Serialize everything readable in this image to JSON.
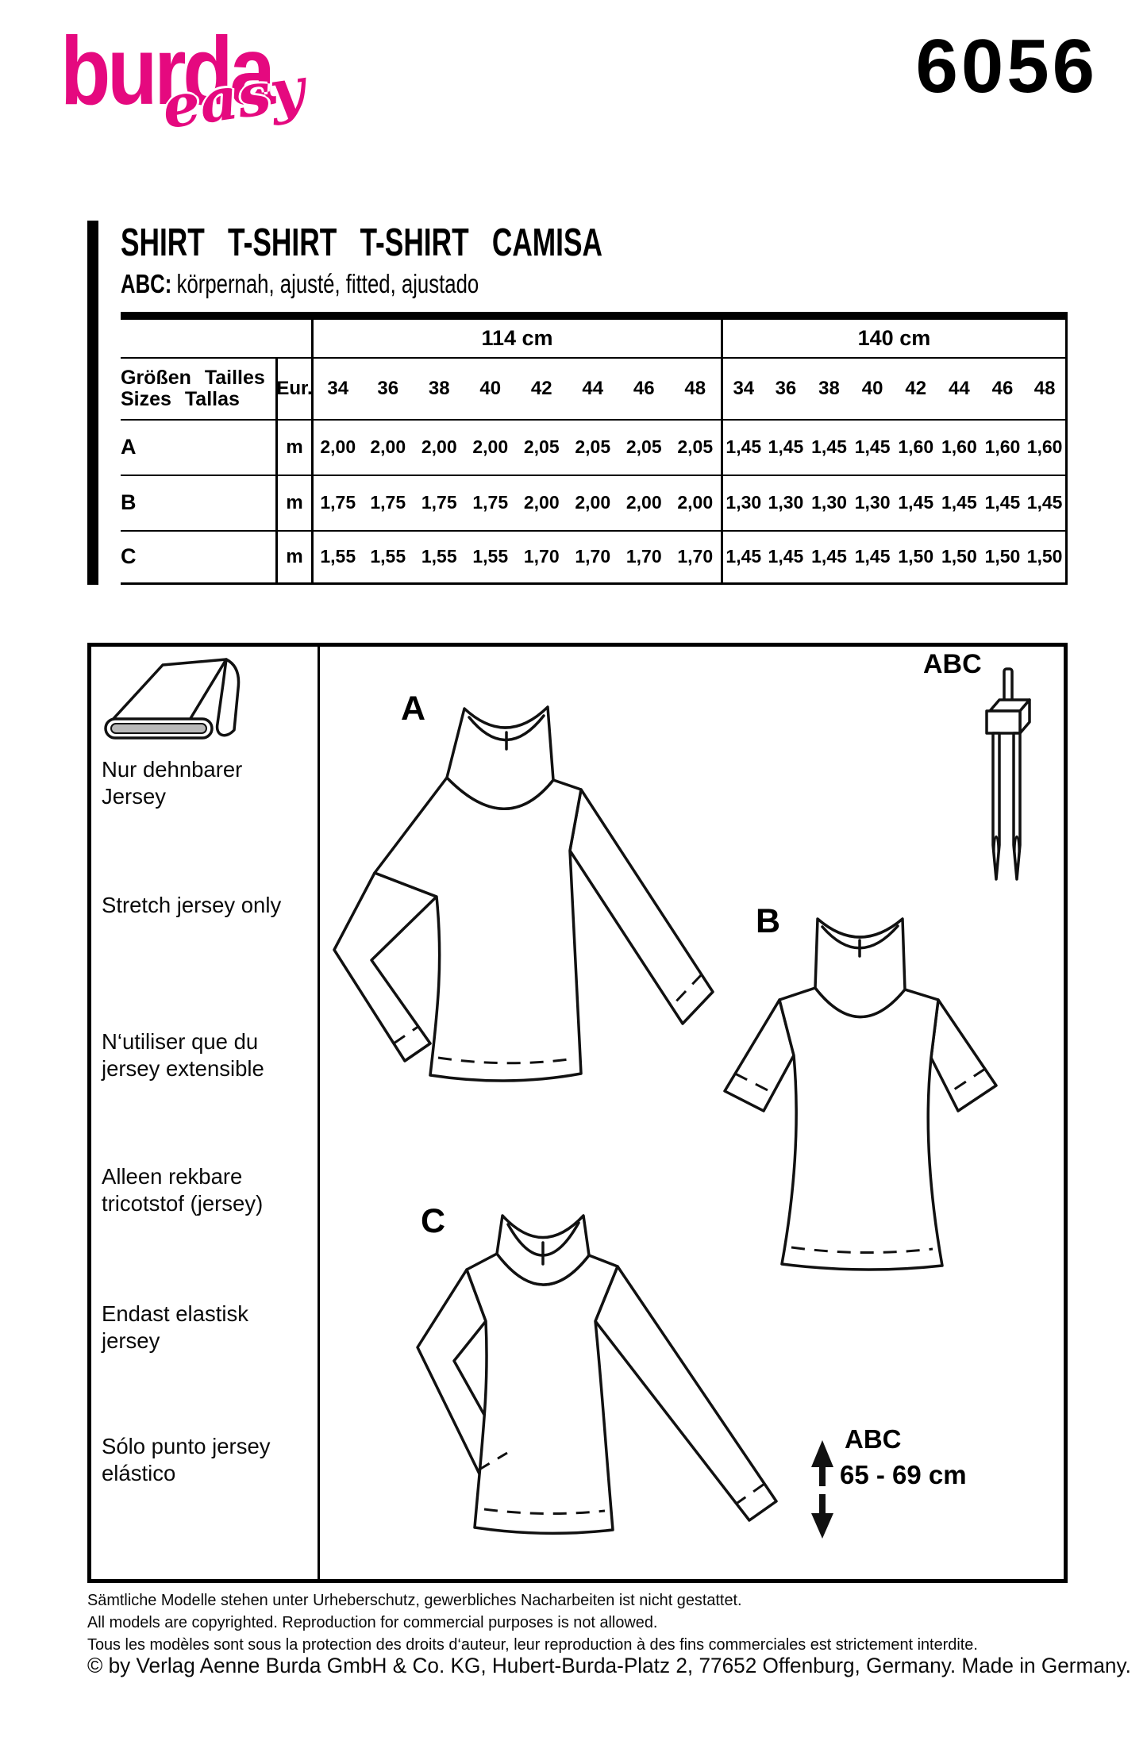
{
  "brand": {
    "logo_main": "burda",
    "logo_sub": "easy",
    "pattern_number": "6056",
    "accent_color": "#e5097f"
  },
  "title": {
    "heading": "SHIRT T-SHIRT T-SHIRT CAMISA",
    "subheading_prefix": "ABC:",
    "subheading": "körpernah, ajusté, fitted, ajustado"
  },
  "fabric_table": {
    "width_headers": [
      "114 cm",
      "140 cm"
    ],
    "row_header_line1": "Größen Tailles",
    "row_header_line2": "Sizes Tallas",
    "unit_header": "Eur.",
    "sizes": [
      "34",
      "36",
      "38",
      "40",
      "42",
      "44",
      "46",
      "48"
    ],
    "rows": [
      {
        "label": "A",
        "unit": "m",
        "values_114": [
          "2,00",
          "2,00",
          "2,00",
          "2,00",
          "2,05",
          "2,05",
          "2,05",
          "2,05"
        ],
        "values_140": [
          "1,45",
          "1,45",
          "1,45",
          "1,45",
          "1,60",
          "1,60",
          "1,60",
          "1,60"
        ]
      },
      {
        "label": "B",
        "unit": "m",
        "values_114": [
          "1,75",
          "1,75",
          "1,75",
          "1,75",
          "2,00",
          "2,00",
          "2,00",
          "2,00"
        ],
        "values_140": [
          "1,30",
          "1,30",
          "1,30",
          "1,30",
          "1,45",
          "1,45",
          "1,45",
          "1,45"
        ]
      },
      {
        "label": "C",
        "unit": "m",
        "values_114": [
          "1,55",
          "1,55",
          "1,55",
          "1,55",
          "1,70",
          "1,70",
          "1,70",
          "1,70"
        ],
        "values_140": [
          "1,45",
          "1,45",
          "1,45",
          "1,45",
          "1,50",
          "1,50",
          "1,50",
          "1,50"
        ]
      }
    ]
  },
  "requirements": {
    "labels": [
      "Nur dehnbarer Jersey",
      "Stretch jersey only",
      "N‘utiliser que du jersey extensible",
      "Alleen rekbare tricotstof (jersey)",
      "Endast elastisk jersey",
      "Sólo punto jersey elástico"
    ]
  },
  "views": {
    "a": "A",
    "b": "B",
    "c": "C",
    "needle_views": "ABC",
    "length_views": "ABC",
    "length_value": "65 - 69 cm"
  },
  "icons": {
    "fabric_roll": "fabric-roll-icon",
    "twin_needle": "twin-needle-icon",
    "length_arrow": "double-arrow-icon"
  },
  "footer": {
    "lines": [
      "Sämtliche Modelle stehen unter Urheberschutz, gewerbliches Nacharbeiten ist nicht gestattet.",
      "All models are copyrighted. Reproduction for commercial purposes is not allowed.",
      "Tous les modèles sont sous la protection des droits d‘auteur, leur reproduction à des fins commerciales est strictement interdite."
    ],
    "copyright": "© by Verlag Aenne Burda GmbH & Co. KG, Hubert-Burda-Platz 2, 77652 Offenburg, Germany. Made in Germany."
  }
}
